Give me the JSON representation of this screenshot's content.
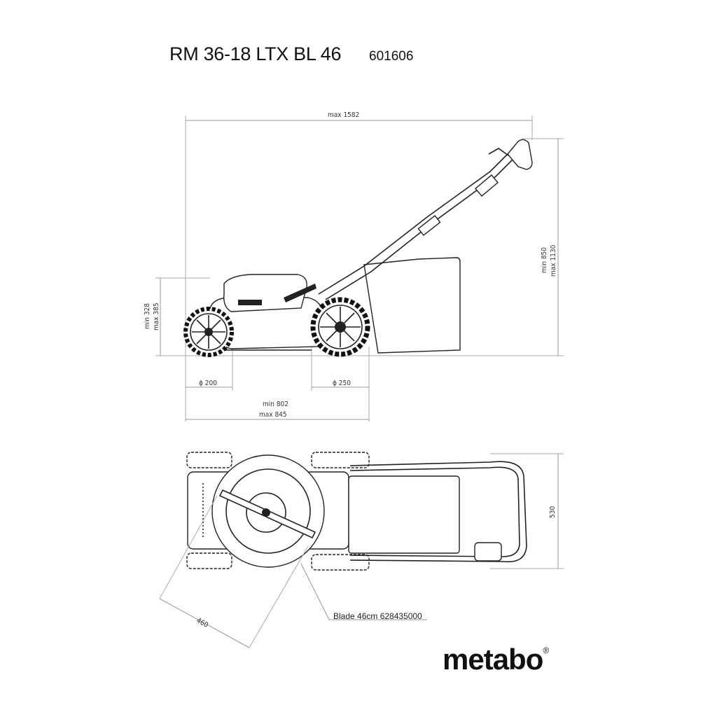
{
  "header": {
    "model": "RM 36-18 LTX BL 46",
    "article_number": "601606"
  },
  "side_view": {
    "overall_length": "max 1582",
    "handle_height_min": "min 850",
    "handle_height_max": "max 1130",
    "body_height_min": "min 328",
    "body_height_max": "max 385",
    "front_wheel": "ϕ 200",
    "rear_wheel": "ϕ 250",
    "body_length_min": "min 802",
    "body_length_max": "max 845"
  },
  "top_view": {
    "width": "530",
    "cut_width": "460",
    "blade_label": "Blade 46cm 628435000"
  },
  "brand": {
    "logo": "metabo",
    "registered": "®"
  }
}
